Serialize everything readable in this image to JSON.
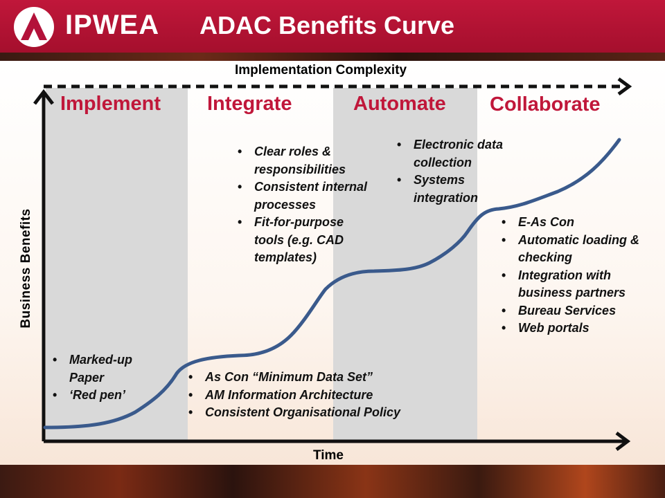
{
  "header": {
    "logo_text": "IPWEA",
    "title": "ADAC Benefits Curve",
    "brand_color": "#b3123a"
  },
  "diagram": {
    "top_axis_label": "Implementation Complexity",
    "x_axis_label": "Time",
    "y_axis_label": "Business Benefits",
    "phases": [
      "Implement",
      "Integrate",
      "Automate",
      "Collaborate"
    ],
    "phase_color": "#c0173a",
    "shaded_band_color": "#d9d9d9",
    "curve_color": "#3a5a8c",
    "lists": {
      "implement": [
        "Marked-up Paper",
        "‘Red pen’"
      ],
      "integrate_bottom": [
        "As Con “Minimum Data Set”",
        "AM Information Architecture",
        "Consistent Organisational Policy"
      ],
      "integrate_top": [
        "Clear roles & responsibilities",
        "Consistent internal processes",
        "Fit-for-purpose tools (e.g. CAD templates)"
      ],
      "automate": [
        "Electronic data collection",
        "Systems integration"
      ],
      "collaborate": [
        "E-As Con",
        "Automatic loading & checking",
        "Integration with business partners",
        "Bureau Services",
        "Web portals"
      ]
    }
  }
}
